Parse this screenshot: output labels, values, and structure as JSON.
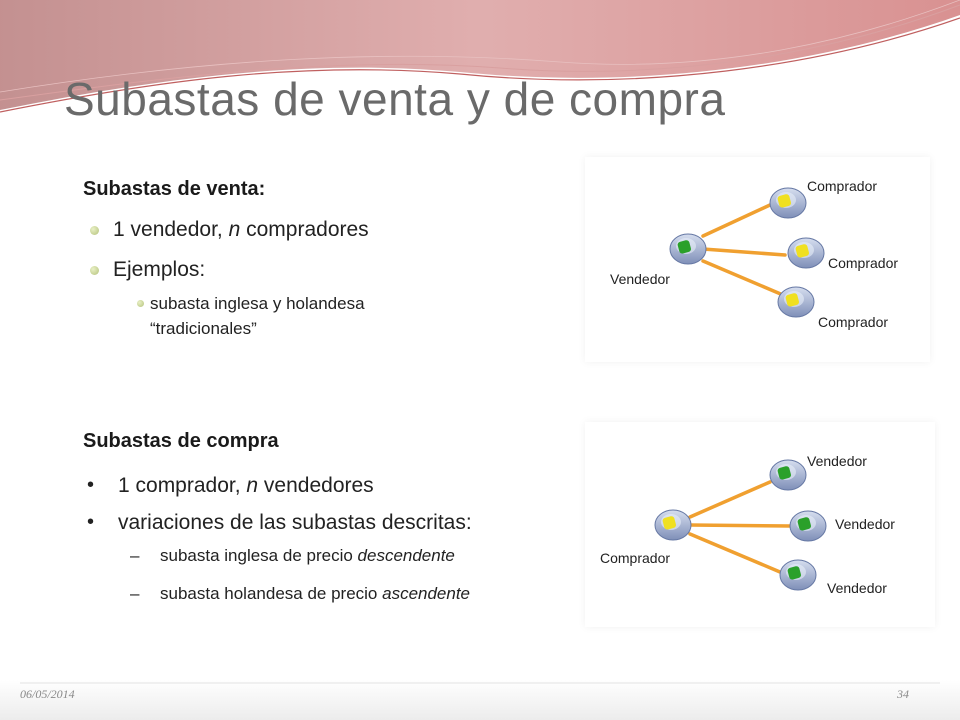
{
  "slide": {
    "title": "Subastas de venta y de compra",
    "date": "06/05/2014",
    "page_number": "34"
  },
  "venta": {
    "heading": "Subastas de venta:",
    "bullet1": {
      "pre": "1 vendedor, ",
      "italic": "n",
      "post": " compradores"
    },
    "bullet2": "Ejemplos:",
    "sub1_line1": "subasta inglesa y holandesa",
    "sub1_line2": "“tradicionales”"
  },
  "compra": {
    "heading": "Subastas de compra",
    "bullet1": {
      "pre": "1 comprador, ",
      "italic": "n",
      "post": " vendedores"
    },
    "bullet2": "variaciones de las subastas descritas:",
    "sub1": {
      "pre": "subasta inglesa  de precio ",
      "italic": "descendente"
    },
    "sub2": {
      "pre": "subasta holandesa de precio ",
      "italic": "ascendente"
    }
  },
  "diagram_venta": {
    "center_label": "Vendedor",
    "node_labels": [
      "Comprador",
      "Comprador",
      "Comprador"
    ]
  },
  "diagram_compra": {
    "center_label": "Comprador",
    "node_labels": [
      "Vendedor",
      "Vendedor",
      "Vendedor"
    ]
  },
  "colors": {
    "banner_red": "#d98c8c",
    "connector_orange": "#f0a030",
    "node_green": "#2aa02a",
    "node_yellow": "#f0e020",
    "node_blue": "#a9b8d8"
  },
  "icons": {
    "bullet": "bullet-dot-icon",
    "node": "computer-node-icon"
  }
}
